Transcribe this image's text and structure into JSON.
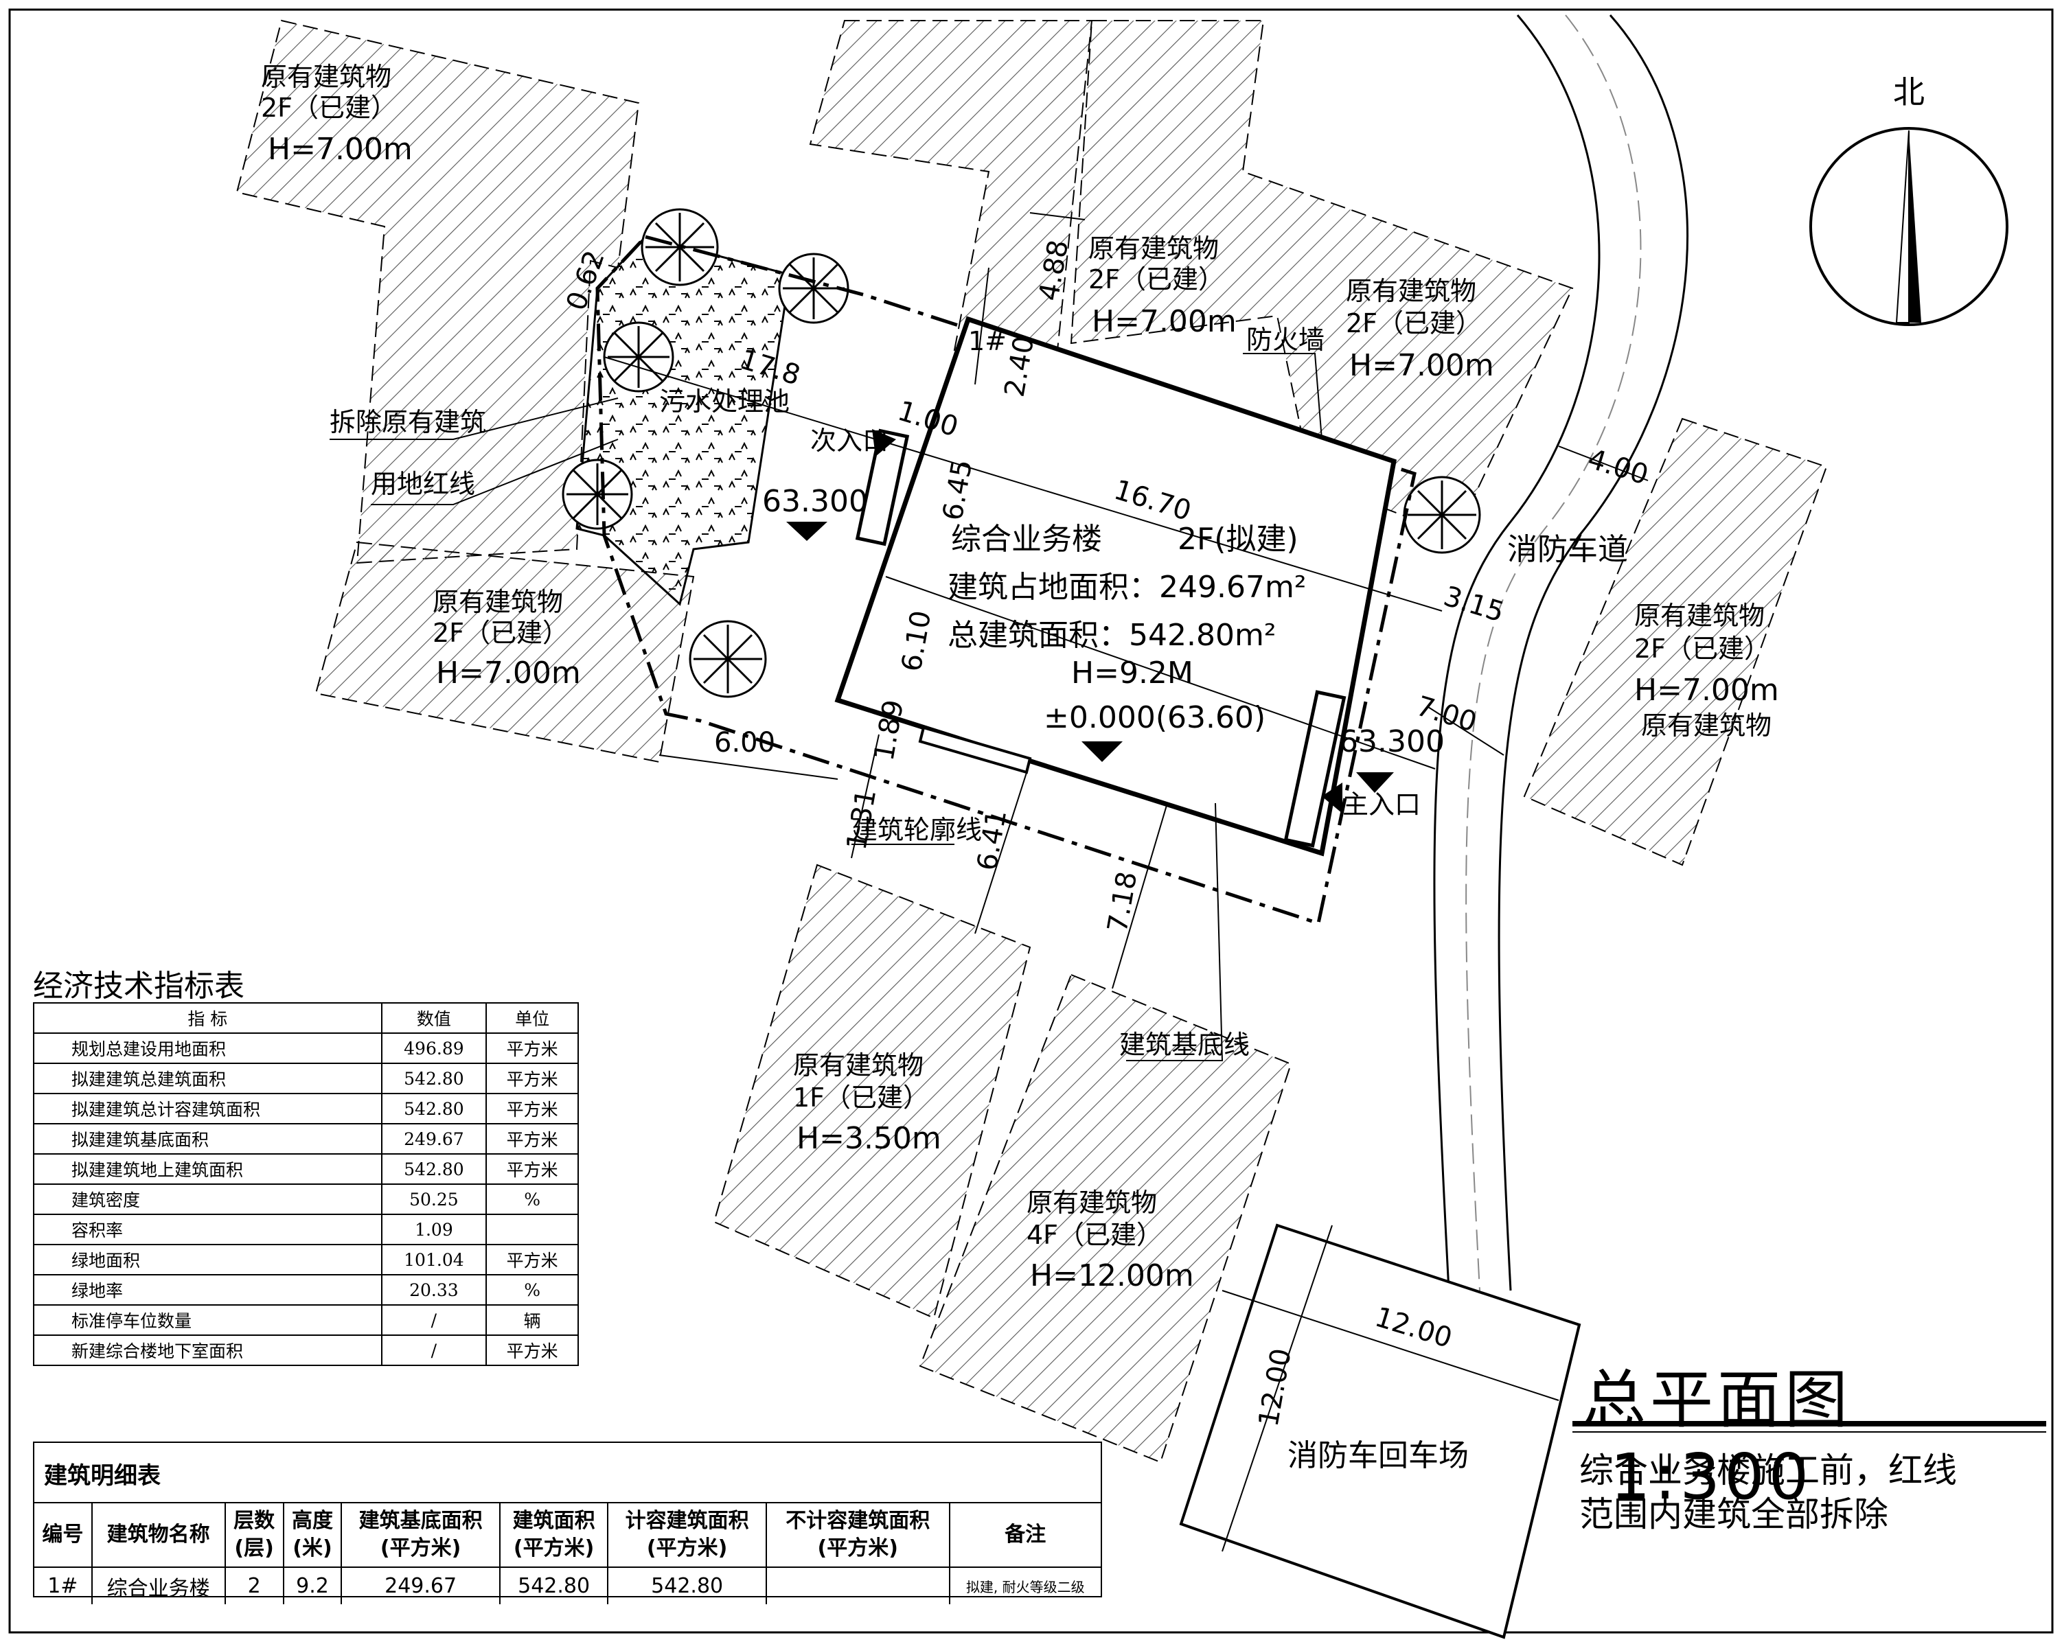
{
  "plan": {
    "north": "北",
    "labels": {
      "existing_nw_name": "原有建筑物",
      "existing_nw_floors": "2F（已建）",
      "existing_nw_h": "H=7.00m",
      "existing_w_name": "原有建筑物",
      "existing_w_floors": "2F（已建）",
      "existing_w_h": "H=7.00m",
      "existing_n1_name": "原有建筑物",
      "existing_n1_floors": "2F（已建）",
      "existing_n1_h": "H=7.00m",
      "existing_n2_name": "原有建筑物",
      "existing_n2_floors": "2F（已建）",
      "existing_n2_h": "H=7.00m",
      "existing_e_name": "原有建筑物",
      "existing_e_floors": "2F（已建）",
      "existing_e_h": "H=7.00m",
      "existing_e_name2": "原有建筑物",
      "existing_s1_name": "原有建筑物",
      "existing_s1_floors": "1F（已建）",
      "existing_s1_h": "H=3.50m",
      "existing_s2_name": "原有建筑物",
      "existing_s2_floors": "4F（已建）",
      "existing_s2_h": "H=12.00m",
      "demolish": "拆除原有建筑",
      "redline": "用地红线",
      "sewage": "污水处理池",
      "firewall": "防火墙",
      "secondary_entry": "次入口",
      "main_entry": "主入口",
      "outline": "建筑轮廓线",
      "baseline": "建筑基底线",
      "fire_lane": "消防车道",
      "fire_turn": "消防车回车场",
      "bldg_no": "1#",
      "main_name": "综合业务楼",
      "main_type": "2F(拟建)",
      "footprint": "建筑占地面积：249.67m²",
      "total_area": "总建筑面积：542.80m²",
      "height": "H=9.2M",
      "elevation": "±0.000(63.60)",
      "elev_w": "63.300",
      "elev_e": "63.300"
    },
    "dims": {
      "d1": "16.70",
      "d2": "6.45",
      "d3": "6.10",
      "d4": "17.8",
      "d5": "1.00",
      "d6": "0.62",
      "d7": "4.88",
      "d8": "2.40",
      "d9": "4.00",
      "d10": "3.15",
      "d11": "7.00",
      "d12": "6.00",
      "d13": "1.89",
      "d14": "1.31",
      "d15": "6.41",
      "d16": "7.18",
      "d17": "12.00",
      "d18": "12.00"
    }
  },
  "eco_table": {
    "title": "经济技术指标表",
    "headers": [
      "指 标",
      "数值",
      "单位"
    ],
    "rows": [
      [
        "规划总建设用地面积",
        "496.89",
        "平方米"
      ],
      [
        "拟建建筑总建筑面积",
        "542.80",
        "平方米"
      ],
      [
        "拟建建筑总计容建筑面积",
        "542.80",
        "平方米"
      ],
      [
        "拟建建筑基底面积",
        "249.67",
        "平方米"
      ],
      [
        "拟建建筑地上建筑面积",
        "542.80",
        "平方米"
      ],
      [
        "建筑密度",
        "50.25",
        "%"
      ],
      [
        "容积率",
        "1.09",
        ""
      ],
      [
        "绿地面积",
        "101.04",
        "平方米"
      ],
      [
        "绿地率",
        "20.33",
        "%"
      ],
      [
        "标准停车位数量",
        "/",
        "辆"
      ],
      [
        "新建综合楼地下室面积",
        "/",
        "平方米"
      ]
    ]
  },
  "detail_table": {
    "title": "建筑明细表",
    "headers": [
      "编号",
      "建筑物名称",
      "层数\n(层)",
      "高度\n(米)",
      "建筑基底面积\n(平方米)",
      "建筑面积\n(平方米)",
      "计容建筑面积\n(平方米)",
      "不计容建筑面积\n(平方米)",
      "备注"
    ],
    "row": [
      "1#",
      "综合业务楼",
      "2",
      "9.2",
      "249.67",
      "542.80",
      "542.80",
      "",
      "拟建, 耐火等级二级"
    ]
  },
  "title": {
    "main": "总平面图",
    "scale": "1:300"
  },
  "note": [
    "综合业务楼施工前，红线",
    "范围内建筑全部拆除"
  ]
}
